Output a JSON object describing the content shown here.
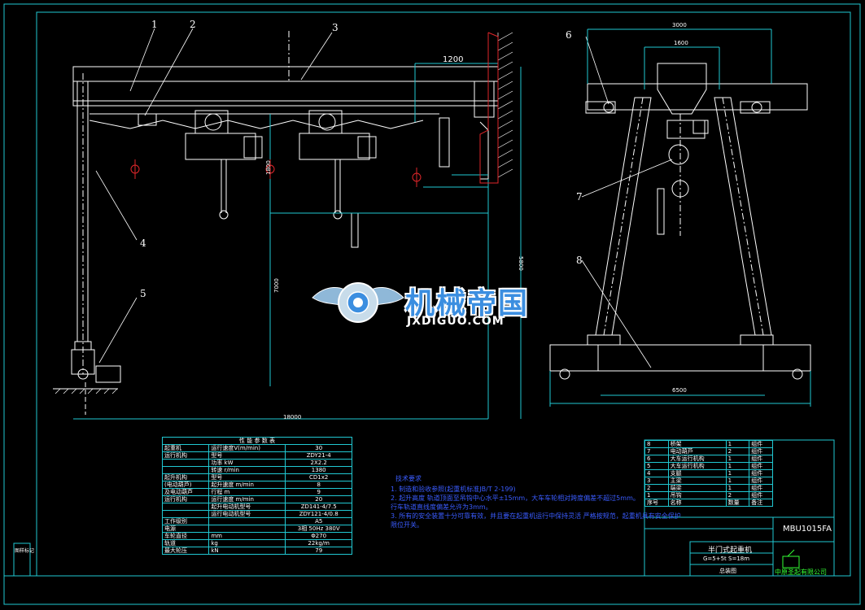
{
  "part_labels": [
    "1",
    "2",
    "3",
    "4",
    "5",
    "6",
    "7",
    "8"
  ],
  "dimensions": {
    "span_top": "1200",
    "overall_width": "18000",
    "main_height": "7000",
    "right_height": "5800",
    "height_small": "1800",
    "right_top_a": "3000",
    "right_top_b": "1600",
    "right_base": "6500"
  },
  "performance_table": {
    "title": "性 能 参 数 表",
    "rows": [
      {
        "group": "起重机",
        "item": "运行速度V(m/min)",
        "value": "30"
      },
      {
        "group": "运行机构",
        "item": "型号",
        "value": "ZDY21-4"
      },
      {
        "group": "",
        "item": "功率 kW",
        "value": "2X2.2"
      },
      {
        "group": "",
        "item": "转速 r/min",
        "value": "1380"
      },
      {
        "group": "起升机构",
        "item": "型号",
        "value": "CD1x2"
      },
      {
        "group": "(电动葫芦)",
        "item": "起升速度 m/min",
        "value": "8"
      },
      {
        "group": "及电动葫芦",
        "item": "行程 m",
        "value": "9"
      },
      {
        "group": "运行机构",
        "item": "运行速度 m/min",
        "value": "20"
      },
      {
        "group": "",
        "item": "起升电动机型号",
        "value": "ZD141-4/7.5"
      },
      {
        "group": "",
        "item": "运行电动机型号",
        "value": "ZDY121-4/0.8"
      },
      {
        "group": "工作级别",
        "item": "",
        "value": "A5"
      },
      {
        "group": "电源",
        "item": "",
        "value": "3相  50Hz  380V"
      },
      {
        "group": "车轮直径",
        "item": "mm",
        "value": "Φ270"
      },
      {
        "group": "轨道",
        "item": "kg",
        "value": "22kg/m"
      },
      {
        "group": "最大轮压",
        "item": "kN",
        "value": "79"
      }
    ]
  },
  "notes": {
    "title": "技术要求",
    "lines": [
      "1. 制造和验收参照(起重机标准JB/T 2-199)",
      "2. 起升高度 轨道顶面至吊钩中心水平±15mm，大车车轮相对跨度偏差不超过5mm。",
      "   行车轨道直线度偏差允许为3mm。",
      "3. 所有的安全装置十分可靠有效，并且要在起重机运行中保持灵活 严格按规范，起重机具有安全保护",
      "   限位开关。"
    ]
  },
  "parts_list": {
    "rows": [
      {
        "no": "8",
        "name": "桥架",
        "qty": "1",
        "note": "组件"
      },
      {
        "no": "7",
        "name": "电动葫芦",
        "qty": "2",
        "note": "组件"
      },
      {
        "no": "6",
        "name": "大车运行机构",
        "qty": "1",
        "note": "组件"
      },
      {
        "no": "5",
        "name": "大车运行机构",
        "qty": "1",
        "note": "组件"
      },
      {
        "no": "4",
        "name": "支腿",
        "qty": "1",
        "note": "组件"
      },
      {
        "no": "3",
        "name": "主梁",
        "qty": "1",
        "note": "组件"
      },
      {
        "no": "2",
        "name": "端梁",
        "qty": "1",
        "note": "组件"
      },
      {
        "no": "1",
        "name": "吊钩",
        "qty": "2",
        "note": "组件"
      }
    ],
    "header": {
      "no": "序号",
      "name": "名称",
      "qty": "数量",
      "note": "备注"
    }
  },
  "title_block": {
    "drawing_no": "MBU1015FA",
    "name": "半门式起重机",
    "spec": "G=5+5t  S=18m",
    "sheet": "总装图",
    "company": "中原圣起有限公司"
  },
  "watermark": {
    "title": "机械帝国",
    "subtitle": "JXDIGUO.COM"
  },
  "stamp": "图样标记"
}
